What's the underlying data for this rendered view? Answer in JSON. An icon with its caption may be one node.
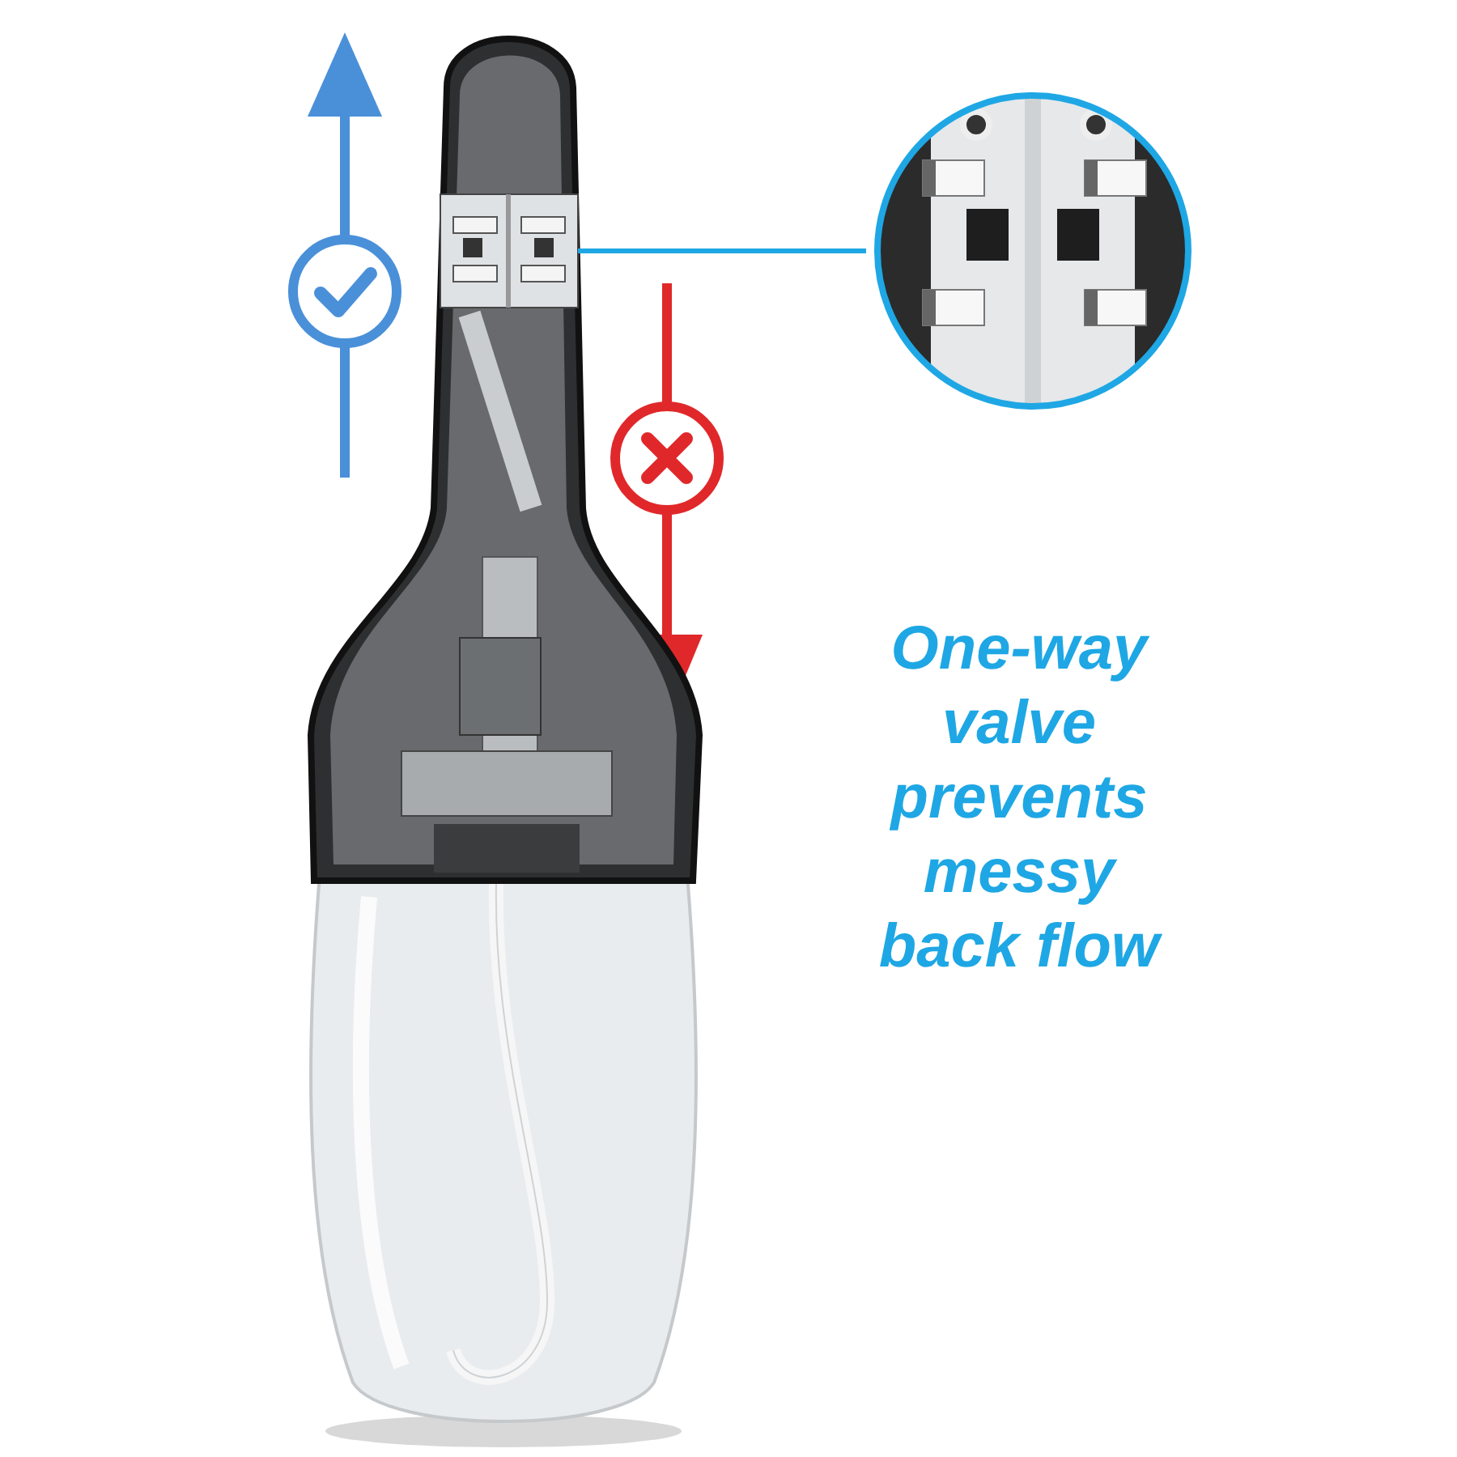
{
  "diagram": {
    "nodes": [
      {
        "text": [],
        "shape": "picture"
      },
      {
        "text": [],
        "shape": "picture",
        "in": 0
      },
      {
        "text": [],
        "shape": "picture"
      }
    ],
    "edges": [
      {
        "from": 1,
        "to": 2,
        "arrow": "none"
      }
    ],
    "labels": [
      "One-way valve prevents messy back flow"
    ]
  }
}
